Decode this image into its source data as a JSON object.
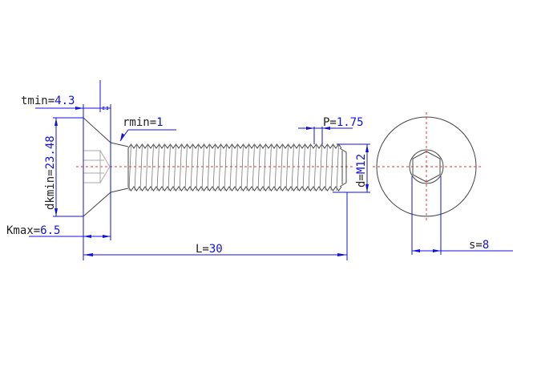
{
  "title": "Countersunk hex socket screw M12x30",
  "dimensions": {
    "tmin": {
      "label": "tmin=",
      "value": "4.3"
    },
    "rmin": {
      "label": "rmin=",
      "value": "1"
    },
    "dkmin": {
      "label": "dkmin=",
      "value": "23.48"
    },
    "kmax": {
      "label": "Kmax=",
      "value": "6.5"
    },
    "length": {
      "label": "L=",
      "value": "30"
    },
    "pitch": {
      "label": "P=",
      "value": "1.75"
    },
    "diameter": {
      "label": "d=",
      "value": "M12"
    },
    "socket": {
      "label": "s=",
      "value": "8"
    }
  },
  "colors": {
    "dimension": "#1010e0",
    "outline": "#444444",
    "centerline": "#f03030"
  }
}
